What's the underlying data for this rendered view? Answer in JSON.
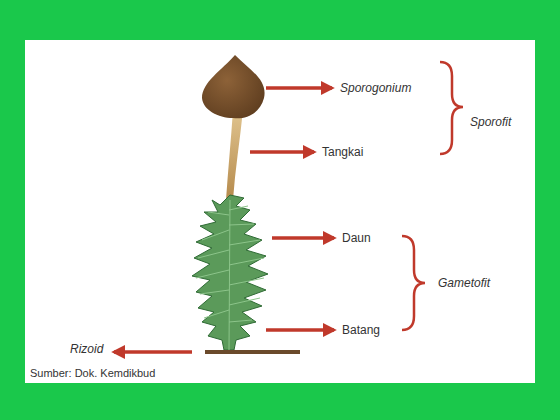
{
  "diagram": {
    "labels": [
      "Sporogonium",
      "Sporofit",
      "Tangkai",
      "Daun",
      "Gametofit",
      "Batang",
      "Rizoid",
      "Sumber: Dok. Kemdikbud"
    ]
  }
}
